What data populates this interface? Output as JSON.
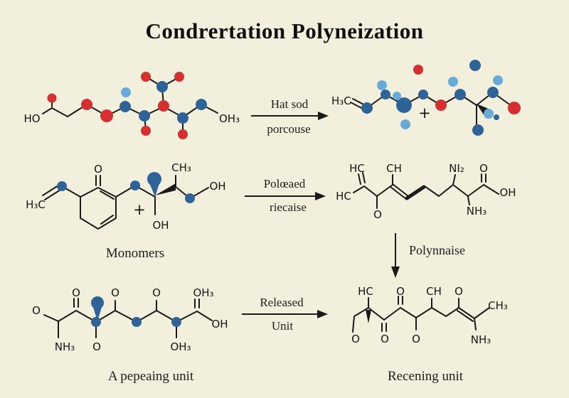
{
  "title": "Condrertation Polyneization",
  "colors": {
    "background": "#f2efdd",
    "ink": "#1a1a1a",
    "red": "#d62f2f",
    "blue": "#2e6398",
    "light_blue": "#68abd9"
  },
  "row1": {
    "left": {
      "ho": "HO",
      "oh3": "OH₃"
    },
    "arrow": {
      "top": "Hat sod",
      "bottom": "porcouse"
    },
    "right": {
      "h3c": "H₃C",
      "plus": "+"
    }
  },
  "row2": {
    "left": {
      "h3c": "H₃C",
      "ketone_o": "O",
      "ch3": "CH₃",
      "oh_bottom": "OH",
      "oh_right": "OH",
      "plus": "+",
      "caption": "Monomers"
    },
    "arrow": {
      "top": "Polœaed",
      "bottom": "riecaise"
    },
    "right": {
      "hc_top": "HC",
      "hc_left": "HC",
      "ch": "CH",
      "ni2": "NI₂",
      "o_top": "O",
      "o_bottom": "O",
      "nh3": "NH₃",
      "oh": "OH"
    },
    "down_arrow_label": "Polynnaise"
  },
  "row3": {
    "left": {
      "o_end": "O",
      "nh3": "NH₃",
      "o_up1": "O",
      "o_down1": "O",
      "o_up2": "O",
      "o_up3": "O",
      "oh3_bottom": "OH₃",
      "oh3_top": "OH₃",
      "oh": "OH",
      "caption": "A pepeaing unit"
    },
    "arrow": {
      "top": "Released",
      "bottom": "Unit"
    },
    "right": {
      "hc": "HC",
      "o_left": "O",
      "o_down1": "O",
      "o_up1": "O",
      "o_down2": "O",
      "ch": "CH",
      "o_up2": "O",
      "nh3": "NH₃",
      "ch3": "CH₃",
      "caption": "Recening unit"
    }
  }
}
